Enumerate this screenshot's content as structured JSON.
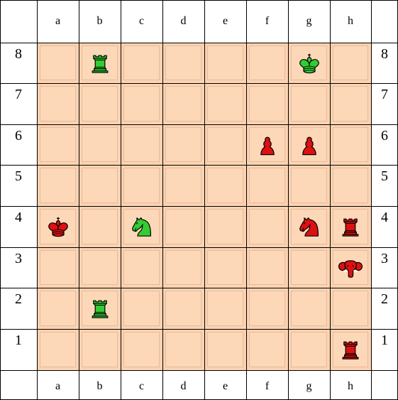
{
  "board": {
    "files": [
      "a",
      "b",
      "c",
      "d",
      "e",
      "f",
      "g",
      "h"
    ],
    "ranks": [
      "8",
      "7",
      "6",
      "5",
      "4",
      "3",
      "2",
      "1"
    ],
    "colors": {
      "outer_border": "#000000",
      "board_fill": "#fcd3b2",
      "square_fill": "#fdd8b8",
      "square_edge": "#e8b998",
      "green_piece": "#33cc33",
      "red_piece": "#dd1111"
    },
    "pieces": [
      {
        "square": "b8",
        "type": "rook",
        "color": "green",
        "icon": "green-rook-icon"
      },
      {
        "square": "g8",
        "type": "king",
        "color": "green",
        "icon": "green-king-icon"
      },
      {
        "square": "f6",
        "type": "pawn",
        "color": "red",
        "icon": "red-pawn-icon"
      },
      {
        "square": "g6",
        "type": "pawn",
        "color": "red",
        "icon": "red-pawn-icon"
      },
      {
        "square": "a4",
        "type": "king",
        "color": "red",
        "icon": "red-king-icon"
      },
      {
        "square": "c4",
        "type": "knight",
        "color": "green",
        "icon": "green-knight-icon"
      },
      {
        "square": "g4",
        "type": "knight",
        "color": "red",
        "icon": "red-knight-icon"
      },
      {
        "square": "h4",
        "type": "rook",
        "color": "red",
        "icon": "red-rook-icon"
      },
      {
        "square": "h3",
        "type": "elephant",
        "color": "red",
        "icon": "red-elephant-icon"
      },
      {
        "square": "b2",
        "type": "rook",
        "color": "green",
        "icon": "green-rook-icon"
      },
      {
        "square": "h1",
        "type": "rook",
        "color": "red",
        "icon": "red-rook-icon"
      }
    ]
  }
}
